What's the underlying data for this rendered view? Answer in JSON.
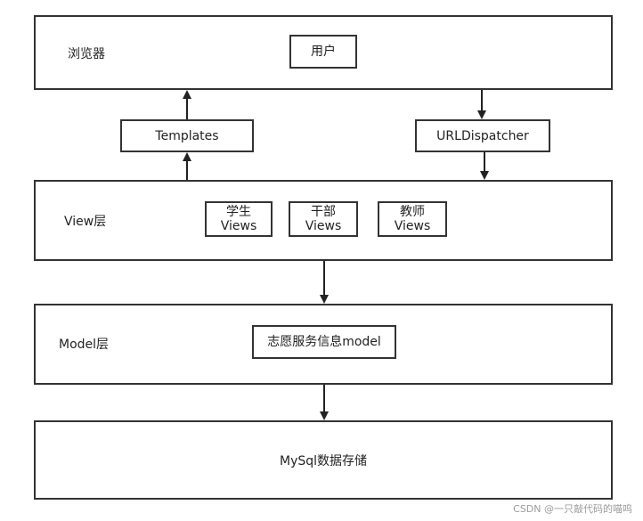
{
  "browser_layer": {
    "label": "浏览器",
    "user": "用户"
  },
  "templates": "Templates",
  "url_dispatcher": "URLDispatcher",
  "view_layer": {
    "label": "View层",
    "views": [
      {
        "line1": "学生",
        "line2": "Views"
      },
      {
        "line1": "干部",
        "line2": "Views"
      },
      {
        "line1": "教师",
        "line2": "Views"
      }
    ]
  },
  "model_layer": {
    "label": "Model层",
    "model": "志愿服务信息model"
  },
  "storage_layer": {
    "label": "MySql数据存储"
  },
  "watermark": "CSDN @一只敲代码的喵呜"
}
